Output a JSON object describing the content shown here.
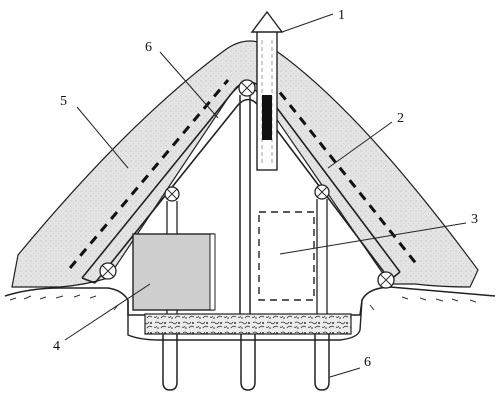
{
  "labels": {
    "l1": "1",
    "l2": "2",
    "l3": "3",
    "l4": "4",
    "l5": "5",
    "l6_top": "6",
    "l6_bottom": "6"
  }
}
